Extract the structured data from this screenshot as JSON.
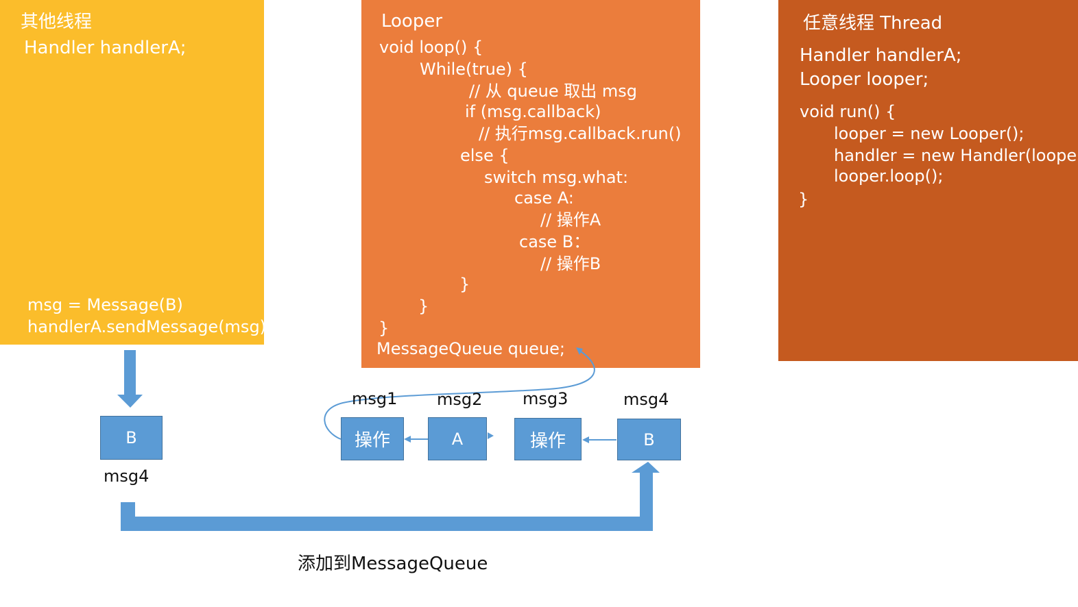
{
  "colors": {
    "panel_other": "#fbbd2b",
    "panel_looper": "#eb7d3c",
    "panel_thread": "#c55a1f",
    "box_fill": "#5b9bd5",
    "box_border": "#41719c",
    "arrow": "#5b9bd5"
  },
  "other_thread": {
    "title": "其他线程",
    "handler_decl": "Handler handlerA;",
    "code": [
      "msg = Message(B)",
      "handlerA.sendMessage(msg)"
    ]
  },
  "looper": {
    "title": "Looper",
    "code": [
      "void loop() {",
      "While(true) {",
      "// 从 queue 取出 msg",
      "if (msg.callback)",
      "// 执行msg.callback.run()",
      "else {",
      "switch msg.what:",
      "case A:",
      "// 操作A",
      "case B：",
      "// 操作B",
      "}",
      "}",
      "}"
    ],
    "queue_decl": "MessageQueue queue;"
  },
  "any_thread": {
    "title": "任意线程 Thread",
    "decls": [
      "Handler handlerA;",
      "Looper looper;"
    ],
    "code": [
      "void run() {",
      "looper = new Looper();",
      "handler = new Handler(looper);",
      "looper.loop();",
      "}"
    ]
  },
  "sent_message": {
    "box_label": "B",
    "name": "msg4"
  },
  "queue_items": [
    {
      "name": "msg1",
      "label": "操作"
    },
    {
      "name": "msg2",
      "label": "A"
    },
    {
      "name": "msg3",
      "label": "操作"
    },
    {
      "name": "msg4",
      "label": "B"
    }
  ],
  "caption": "添加到MessageQueue"
}
